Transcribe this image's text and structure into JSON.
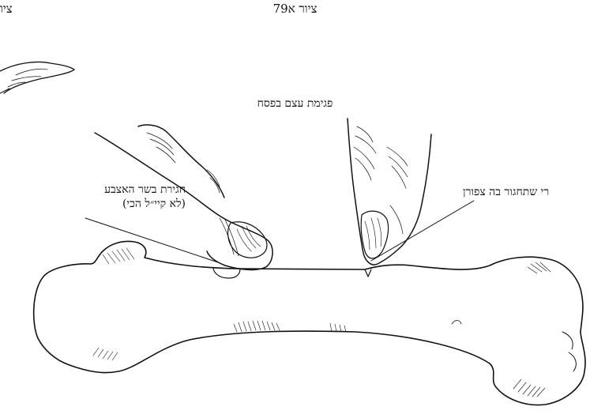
{
  "figure_number": "ציור א79",
  "top_left_fragment": "ציו",
  "caption": "פגימת עצם בפסח",
  "left_callout": {
    "line1": "חגירת בשר האצבע",
    "line2": "(לא קיי״ל הכי)"
  },
  "right_callout": "רי שתחגור בה צפורן",
  "colors": {
    "ink": "#111111",
    "paper": "#ffffff"
  }
}
